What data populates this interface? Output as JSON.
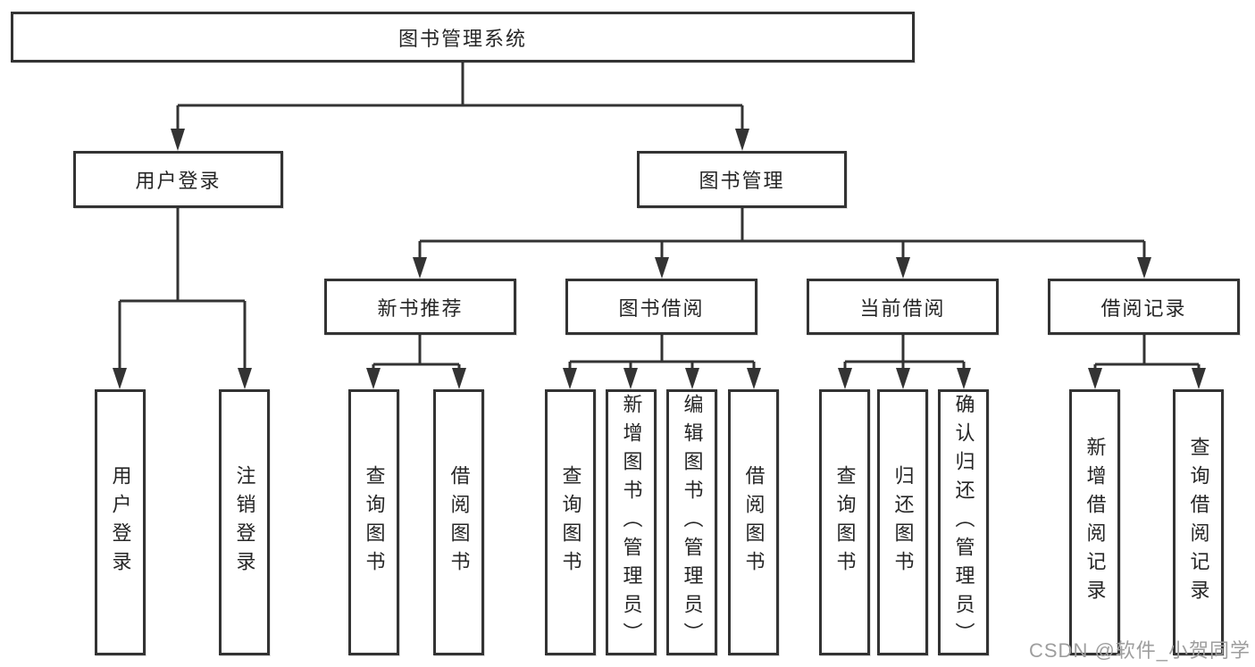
{
  "diagram": {
    "root": {
      "label": "图书管理系统"
    },
    "level2": [
      {
        "label": "用户登录"
      },
      {
        "label": "图书管理"
      }
    ],
    "level3": [
      {
        "label": "新书推荐"
      },
      {
        "label": "图书借阅"
      },
      {
        "label": "当前借阅"
      },
      {
        "label": "借阅记录"
      }
    ],
    "leaves": {
      "userLogin": [
        {
          "label": "用户登录"
        },
        {
          "label": "注销登录"
        }
      ],
      "newBook": [
        {
          "label": "查询图书"
        },
        {
          "label": "借阅图书"
        }
      ],
      "bookBorrow": [
        {
          "label": "查询图书"
        },
        {
          "label": "新增图书（管理员）"
        },
        {
          "label": "编辑图书（管理员）"
        },
        {
          "label": "借阅图书"
        }
      ],
      "currentBorrow": [
        {
          "label": "查询图书"
        },
        {
          "label": "归还图书"
        },
        {
          "label": "确认归还（管理员）"
        }
      ],
      "records": [
        {
          "label": "新增借阅记录"
        },
        {
          "label": "查询借阅记录"
        }
      ]
    }
  },
  "watermark": {
    "text": "CSDN @软件_小贺同学"
  },
  "colors": {
    "line": "#333333",
    "border": "#333333",
    "text": "#262626",
    "watermark": "#9e9e9e",
    "background": "#ffffff"
  }
}
